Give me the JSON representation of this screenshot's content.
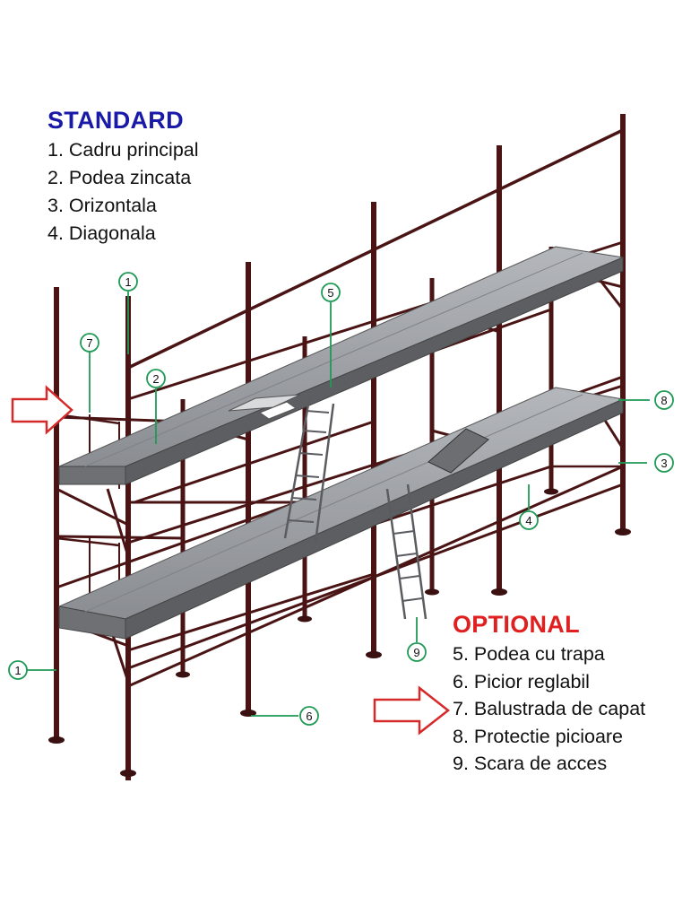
{
  "standard": {
    "title": "STANDARD",
    "items": [
      "1. Cadru principal",
      "2. Podea zincata",
      "3. Orizontala",
      "4. Diagonala"
    ]
  },
  "optional": {
    "title": "OPTIONAL",
    "items": [
      "5. Podea cu trapa",
      "6. Picior reglabil",
      "7. Balustrada de capat",
      "8. Protectie picioare",
      "9. Scara de acces"
    ]
  },
  "callouts": [
    "1",
    "2",
    "3",
    "4",
    "5",
    "6",
    "7",
    "8",
    "9"
  ],
  "colors": {
    "frame": "#4a1414",
    "deck": "#9b9ea3",
    "callout": "#1f9a55",
    "standard_heading": "#1a1aa8",
    "optional_heading": "#e02020",
    "arrow": "#d42a2a"
  }
}
